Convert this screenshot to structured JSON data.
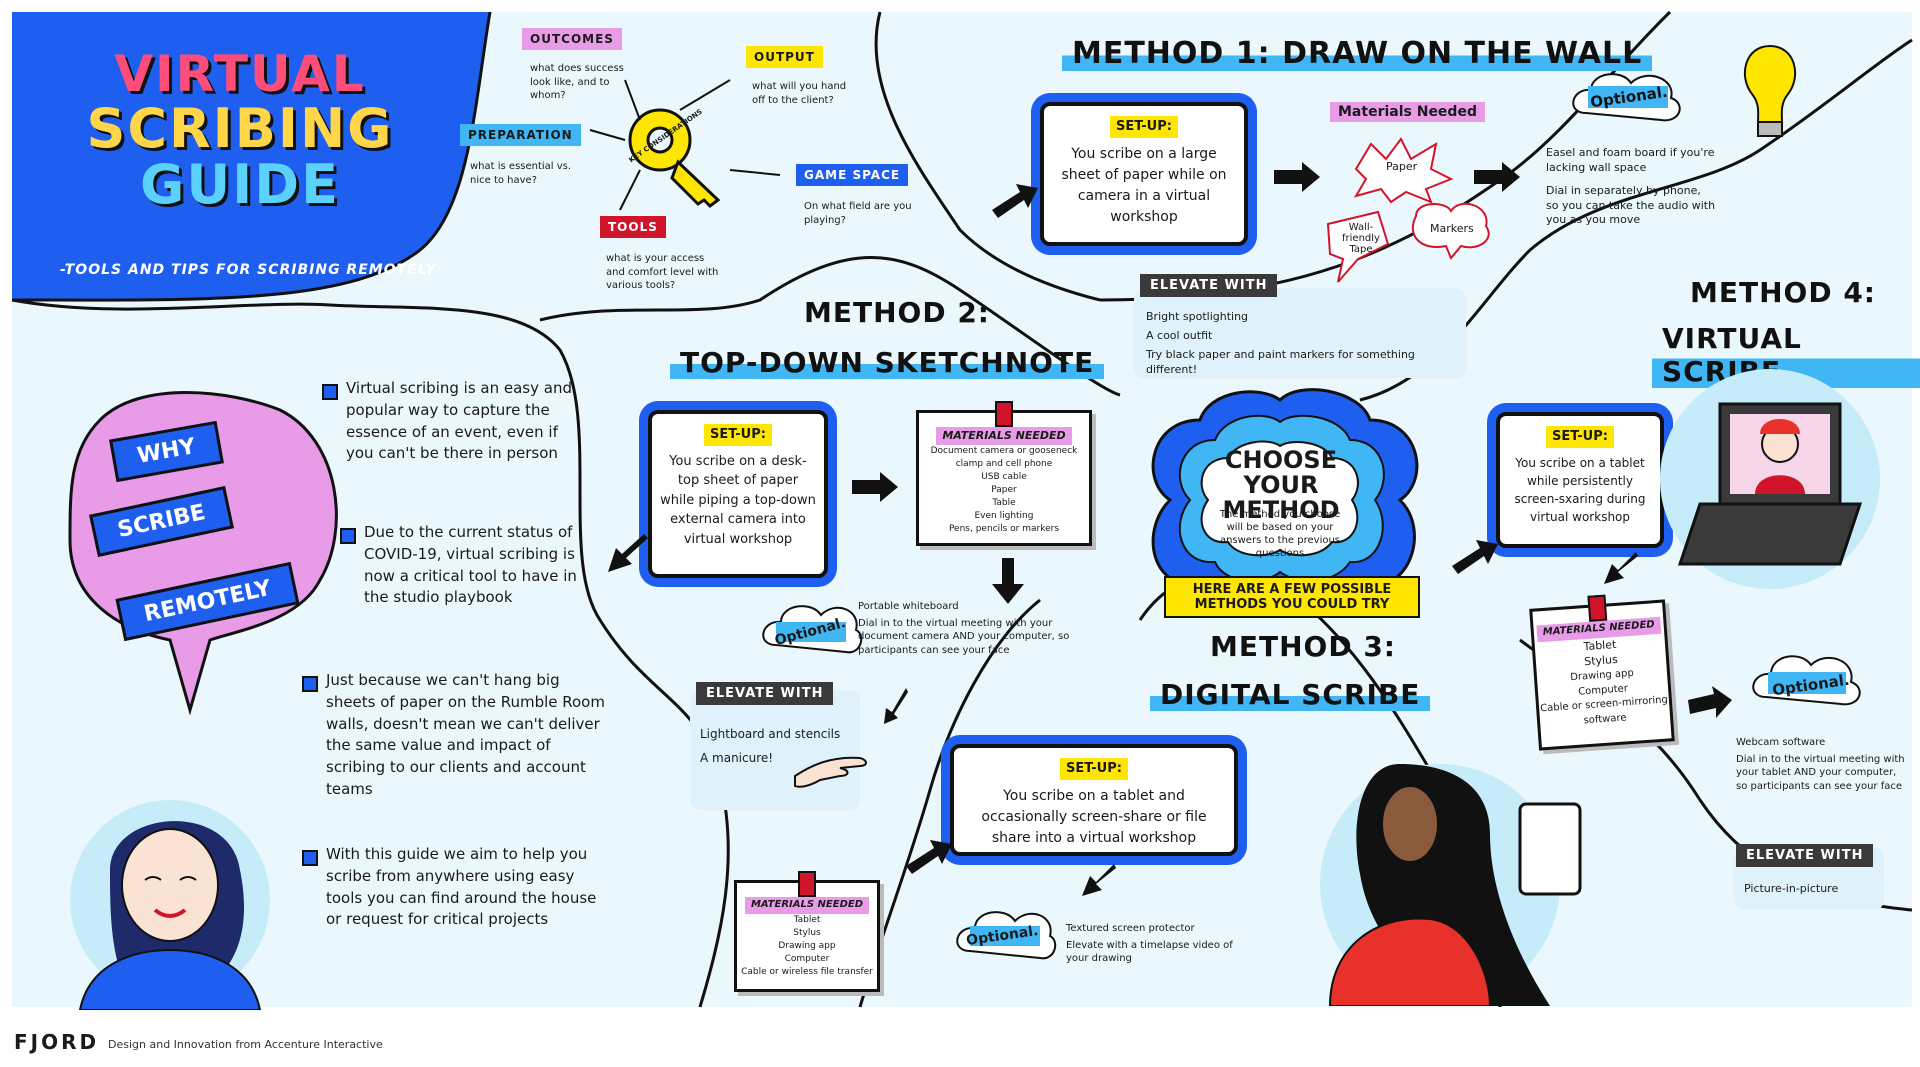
{
  "header": {
    "title_lines": [
      "VIRTUAL",
      "SCRIBING",
      "GUIDE"
    ],
    "subtitle": "-TOOLS AND TIPS FOR SCRIBING REMOTELY"
  },
  "key": {
    "label": "KEY CONSIDERATIONS",
    "outcomes": {
      "label": "OUTCOMES",
      "question": "what does success look like, and to whom?"
    },
    "output": {
      "label": "OUTPUT",
      "question": "what will you hand off to the client?"
    },
    "preparation": {
      "label": "PREPARATION",
      "question": "what is essential vs. nice to have?"
    },
    "game_space": {
      "label": "GAME SPACE",
      "question": "On what field are you playing?"
    },
    "tools": {
      "label": "TOOLS",
      "question": "what is your access and comfort level with various tools?"
    }
  },
  "why": {
    "lines": [
      "WHY",
      "SCRIBE",
      "REMOTELY"
    ],
    "points": [
      "Virtual scribing is an easy and popular way to capture the essence of an event, even if you can't be there in person",
      "Due to the current status of COVID-19, virtual scribing is now a critical tool to have in the studio playbook",
      "Just because we can't hang big sheets of paper on the Rumble Room walls, doesn't mean we can't deliver the same value and impact of scribing to our clients and account teams",
      "With this guide we aim to help you scribe from anywhere using easy tools you can find around the house or request for critical projects"
    ]
  },
  "center": {
    "title": "CHOOSE YOUR METHOD",
    "desc": "The method you choose will be based on your answers to the previous questions",
    "banner": "HERE ARE A FEW POSSIBLE METHODS YOU COULD TRY"
  },
  "common": {
    "setup_label": "SET-UP:",
    "materials_label": "Materials Needed",
    "materials_label_caps": "MATERIALS NEEDED",
    "optional_label": "Optional.",
    "elevate_label": "ELEVATE WITH"
  },
  "method1": {
    "title": "METHOD 1:  DRAW ON THE WALL",
    "setup": "You scribe on a large sheet of paper while on camera in a virtual workshop",
    "materials": [
      "Paper",
      "Wall-friendly Tape",
      "Markers"
    ],
    "optional": [
      "Easel and foam board if you're lacking wall space",
      "Dial in separately by phone, so you can take the audio with you as you move"
    ],
    "elevate": [
      "Bright spotlighting",
      "A cool outfit",
      "Try black paper and paint markers for something different!"
    ]
  },
  "method2": {
    "title_lines": [
      "METHOD 2:",
      "TOP-DOWN SKETCHNOTE"
    ],
    "setup": "You scribe on a desk-top sheet of paper while piping a top-down external camera into virtual workshop",
    "materials": [
      "Document camera or gooseneck clamp and cell phone",
      "USB cable",
      "Paper",
      "Table",
      "Even lighting",
      "Pens, pencils or markers"
    ],
    "optional": [
      "Portable whiteboard",
      "Dial in to the virtual meeting with your document camera AND your computer, so participants can see your face"
    ],
    "elevate": [
      "Lightboard and stencils",
      "A manicure!"
    ]
  },
  "method3": {
    "title_lines": [
      "METHOD 3:",
      "DIGITAL SCRIBE"
    ],
    "setup": "You scribe on a tablet and occasionally screen-share or file share into a virtual workshop",
    "materials": [
      "Tablet",
      "Stylus",
      "Drawing app",
      "Computer",
      "Cable or wireless file transfer"
    ],
    "optional": [
      "Textured screen protector",
      "Elevate with a timelapse video of your drawing"
    ]
  },
  "method4": {
    "title_lines": [
      "METHOD 4:",
      "VIRTUAL SCRIBE"
    ],
    "setup": "You scribe on a tablet while persistently screen-sxaring during virtual workshop",
    "materials": [
      "Tablet",
      "Stylus",
      "Drawing app",
      "Computer",
      "Cable or screen-mirroring software"
    ],
    "optional": [
      "Webcam software",
      "Dial in to the virtual meeting with your tablet AND your computer, so participants can see your face"
    ],
    "elevate": [
      "Picture-in-picture"
    ]
  },
  "footer": {
    "brand": "FJORD",
    "tagline": "Design and Innovation from Accenture Interactive"
  },
  "colors": {
    "blue": "#1f5ff0",
    "light_blue": "#41b6f4",
    "yellow": "#ffe600",
    "pink": "#e89ce8",
    "red": "#d0152b",
    "pale": "#eaf8fd"
  }
}
